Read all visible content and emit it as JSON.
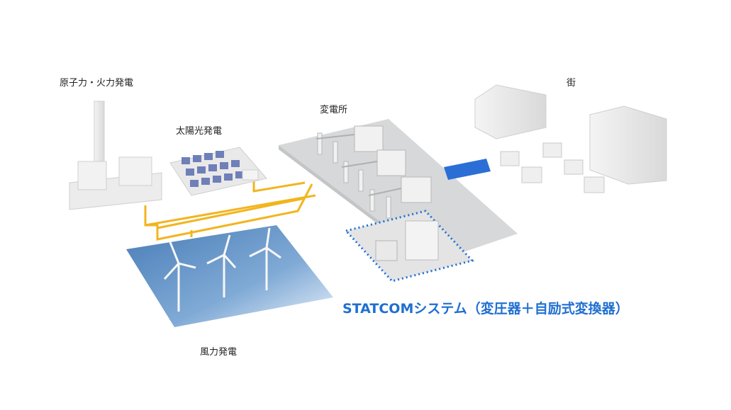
{
  "labels": {
    "power_plant": "原子力・火力発電",
    "solar": "太陽光発電",
    "substation": "変電所",
    "city": "街",
    "wind": "風力発電",
    "statcom": "STATCOMシステム（変圧器＋自励式変換器）"
  },
  "colors": {
    "power_line": "#f2b51f",
    "statcom_accent": "#1f6fd1",
    "sea": "#5d8fc2",
    "platform": "#d7d8d9"
  }
}
